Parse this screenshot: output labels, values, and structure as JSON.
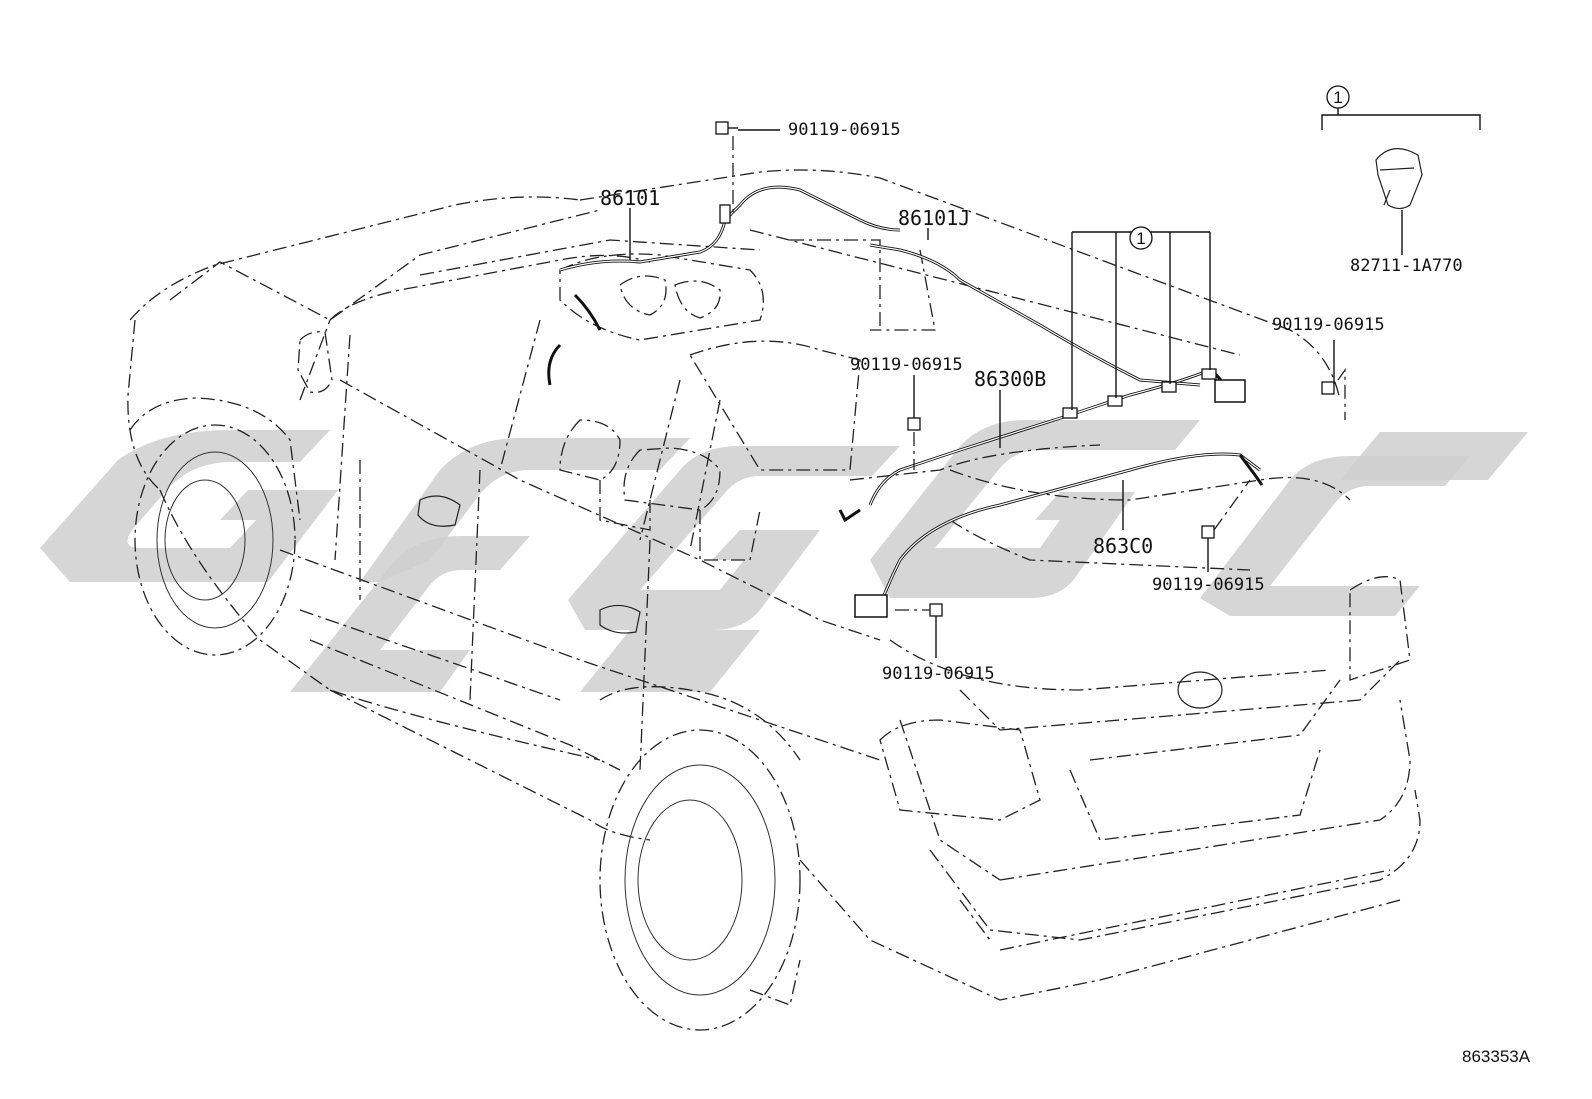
{
  "callouts": {
    "bolt_top": "90119-06915",
    "harness_front": "86101",
    "harness_roof": "86101J",
    "clamp_ref_center": "1",
    "clamp_ref_box": "1",
    "clamp_part": "82711-1A770",
    "bolt_right": "90119-06915",
    "bolt_center": "90119-06915",
    "harness_rear_upper": "86300B",
    "harness_rear_lower": "863C0",
    "bolt_rear_gate": "90119-06915",
    "bolt_bottom": "90119-06915"
  },
  "figure_code": "863353A",
  "watermark_color": "#cfcfcf"
}
